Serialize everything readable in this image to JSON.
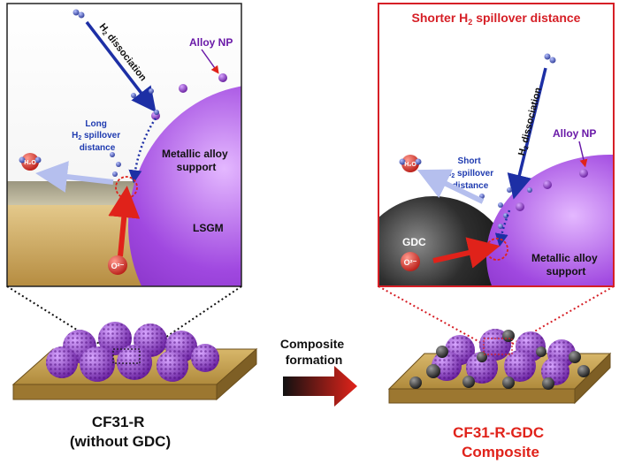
{
  "left_panel": {
    "h2_dissociation": "H",
    "h2_dissociation_sub": "2",
    "h2_dissociation_rest": " dissociation",
    "alloy_np": "Alloy NP",
    "spillover_line1": "Long",
    "spillover_line2_pre": "H",
    "spillover_line2_sub": "2",
    "spillover_line2_rest": " spillover",
    "spillover_line3": "distance",
    "metallic_line1": "Metallic alloy",
    "metallic_line2": "support",
    "substrate": "LSGM",
    "water_label": "H₂O",
    "oxygen_ion": "O²⁻"
  },
  "right_panel": {
    "title_pre": "Shorter H",
    "title_sub": "2",
    "title_rest": " spillover distance",
    "h2_dissociation": "H",
    "h2_dissociation_sub": "2",
    "h2_dissociation_rest": " dissociation",
    "alloy_np": "Alloy NP",
    "spillover_line1": "Short",
    "spillover_line2_pre": "H",
    "spillover_line2_sub": "2",
    "spillover_line2_rest": " spillover",
    "spillover_line3": "distance",
    "gdc": "GDC",
    "metallic_line1": "Metallic alloy",
    "metallic_line2": "support",
    "water_label": "H₂O",
    "oxygen_ion": "O²⁻"
  },
  "bottom": {
    "left_caption_1": "CF31-R",
    "left_caption_2": "(without GDC)",
    "middle_line1": "Composite",
    "middle_line2": "formation",
    "right_caption_1": "CF31-R-GDC",
    "right_caption_2": "Composite"
  },
  "colors": {
    "alloy_purple": "#8e35c8",
    "gdc_black": "#1e1e1e",
    "lsgm_gold": "#c9a45a",
    "arrow_blue": "#1d2fa5",
    "label_blue": "#1f3bb0",
    "accent_red": "#e0221a",
    "panel_red": "#d61f26"
  }
}
